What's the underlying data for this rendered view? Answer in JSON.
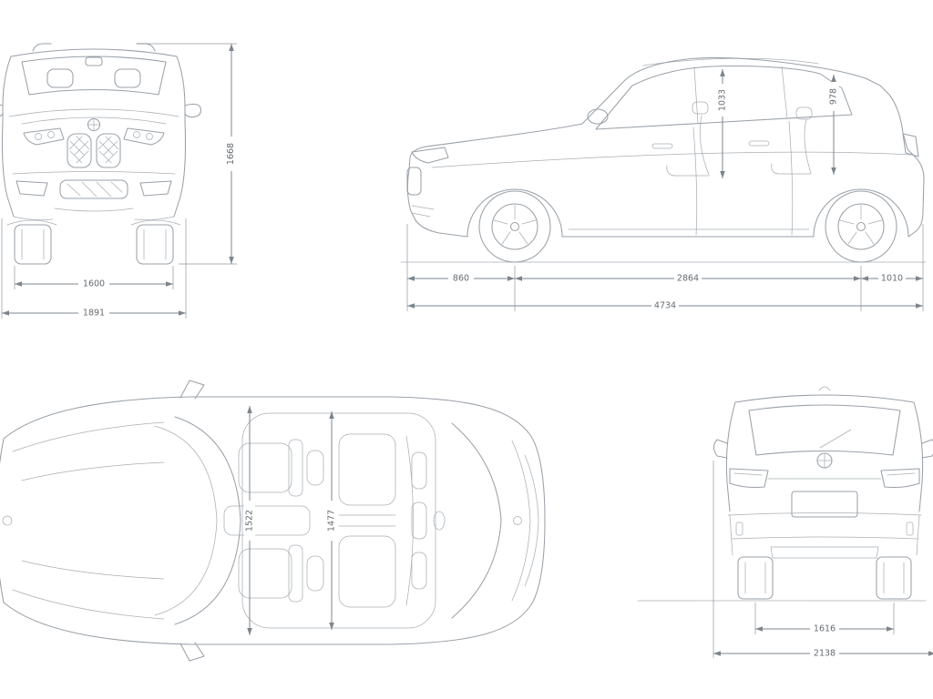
{
  "diagram": {
    "background": "#ffffff",
    "stroke_color": "#9aa1a8",
    "dimension_color": "#7e858c",
    "label_color": "#666c73",
    "views": {
      "front": {
        "dims": {
          "height": "1668",
          "track": "1600",
          "width": "1891"
        }
      },
      "side": {
        "dims": {
          "headroom_front": "1033",
          "headroom_rear": "978",
          "front_overhang": "860",
          "wheelbase": "2864",
          "rear_overhang": "1010",
          "length": "4734"
        }
      },
      "top": {
        "dims": {
          "width_front": "1522",
          "width_rear": "1477"
        }
      },
      "rear": {
        "dims": {
          "track": "1616",
          "width_mirrors": "2138"
        }
      }
    }
  }
}
